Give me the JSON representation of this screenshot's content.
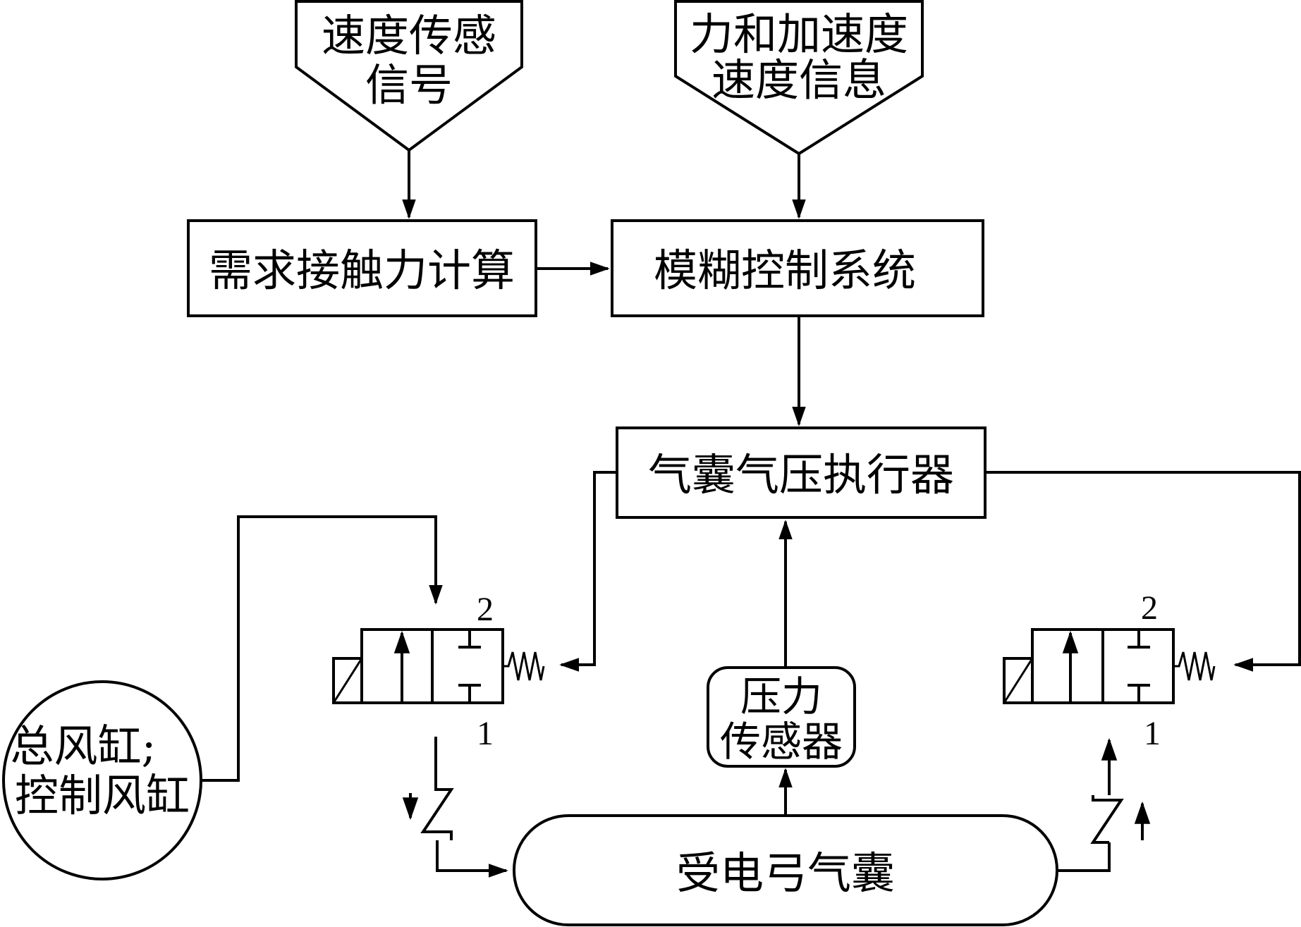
{
  "inputs": {
    "speed_sensor": {
      "line1": "速度传感",
      "line2": "信号"
    },
    "force_accel": {
      "line1": "力和加速度",
      "line2": "速度信息"
    }
  },
  "blocks": {
    "demand_force": "需求接触力计算",
    "fuzzy_control": "模糊控制系统",
    "actuator": "气囊气压执行器",
    "pressure_sensor": {
      "line1": "压力",
      "line2": "传感器"
    },
    "airbag": "受电弓气囊",
    "reservoir": {
      "line1": "总风缸;",
      "line2": "控制风缸"
    }
  },
  "valves": {
    "left": {
      "port_top": "2",
      "port_bottom": "1"
    },
    "right": {
      "port_top": "2",
      "port_bottom": "1"
    }
  }
}
